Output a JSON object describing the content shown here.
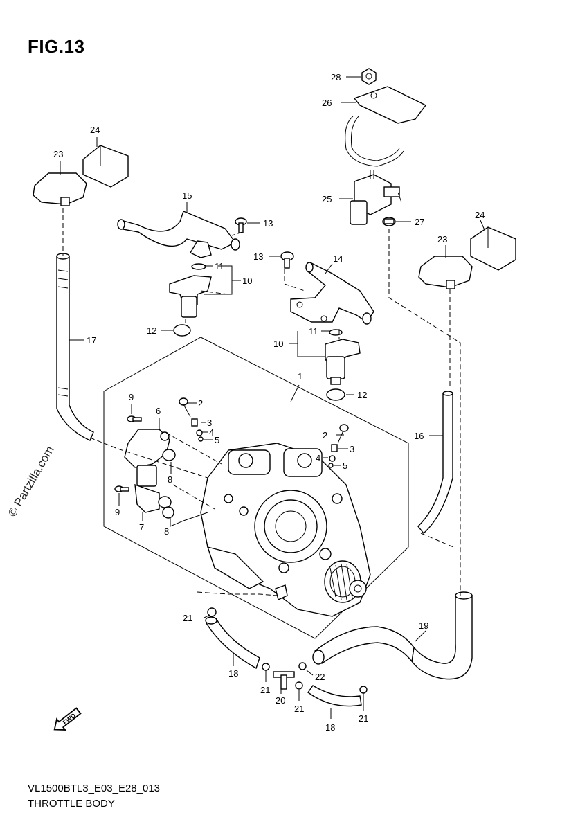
{
  "title": "FIG.13",
  "footer": {
    "code": "VL1500BTL3_E03_E28_013",
    "name": "THROTTLE BODY"
  },
  "watermark": "© Partzilla.com",
  "fwd_label": "FWD",
  "callouts": {
    "c1": "1",
    "c2a": "2",
    "c2b": "2",
    "c3a": "3",
    "c3b": "3",
    "c4a": "4",
    "c4b": "4",
    "c5a": "5",
    "c5b": "5",
    "c6": "6",
    "c7": "7",
    "c8a": "8",
    "c8b": "8",
    "c9a": "9",
    "c9b": "9",
    "c10a": "10",
    "c10b": "10",
    "c11a": "11",
    "c11b": "11",
    "c12a": "12",
    "c12b": "12",
    "c13a": "13",
    "c13b": "13",
    "c14": "14",
    "c15": "15",
    "c16": "16",
    "c17": "17",
    "c18a": "18",
    "c18b": "18",
    "c19": "19",
    "c20": "20",
    "c21a": "21",
    "c21b": "21",
    "c21c": "21",
    "c21d": "21",
    "c22": "22",
    "c23a": "23",
    "c23b": "23",
    "c24a": "24",
    "c24b": "24",
    "c25": "25",
    "c26": "26",
    "c27": "27",
    "c28": "28"
  }
}
